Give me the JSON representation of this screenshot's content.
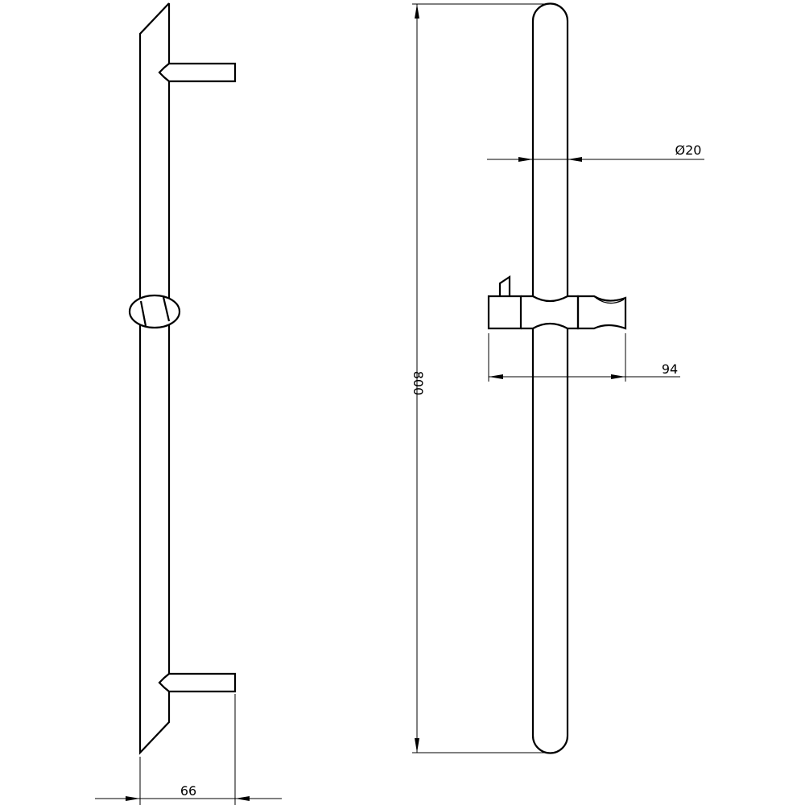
{
  "dimensions": {
    "width": "66",
    "height": "800",
    "diameter": "Ø20",
    "slider_width": "94"
  },
  "colors": {
    "line": "#000000",
    "background": "#ffffff"
  }
}
